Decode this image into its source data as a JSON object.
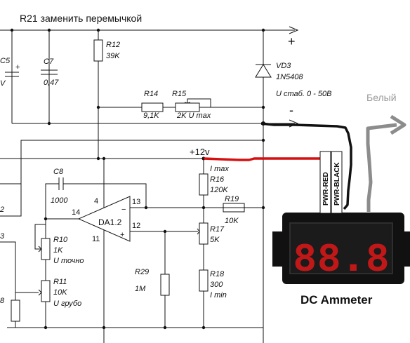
{
  "header_note": "R21 заменить перемычкой",
  "rail_plus": "+",
  "rail_minus": "-",
  "supply_label": "+12v",
  "white_wire_label": "Белый",
  "components": {
    "c5": "C5",
    "c5_value": "V",
    "c7": "C7",
    "c7_value": "0,47",
    "r12": "R12",
    "r12_value": "39K",
    "vd3": "VD3",
    "vd3_value": "1N5408",
    "u_stab": "U стаб. 0 - 50В",
    "r14": "R14",
    "r14_value": "9,1K",
    "r15": "R15",
    "r15_value": "2K  U max",
    "c8": "C8",
    "c8_value": "1000",
    "opamp": "DA1.2",
    "pin4": "4",
    "pin13": "13",
    "pin14": "14",
    "pin12": "12",
    "pin11": "11",
    "opamp_minus": "−",
    "opamp_plus": "+",
    "i_max": "I max",
    "r16": "R16",
    "r16_value": "120K",
    "r19": "R19",
    "r19_value": "10K",
    "r17": "R17",
    "r17_value": "5K",
    "r10": "R10",
    "r10_value": "1K",
    "r10_note": "U точно",
    "r11": "R11",
    "r11_value": "10K",
    "r11_note": "U грубо",
    "r29": "R29",
    "r29_value": "1M",
    "r18": "R18",
    "r18_value": "300",
    "r18_note": "I min",
    "edge_2": "2",
    "edge_3": "3",
    "edge_8": "8"
  },
  "meter": {
    "pwr_red": "PWR-RED",
    "pwr_black": "PWR-BLACK",
    "digits": "88.8",
    "title": "DC Ammeter"
  }
}
